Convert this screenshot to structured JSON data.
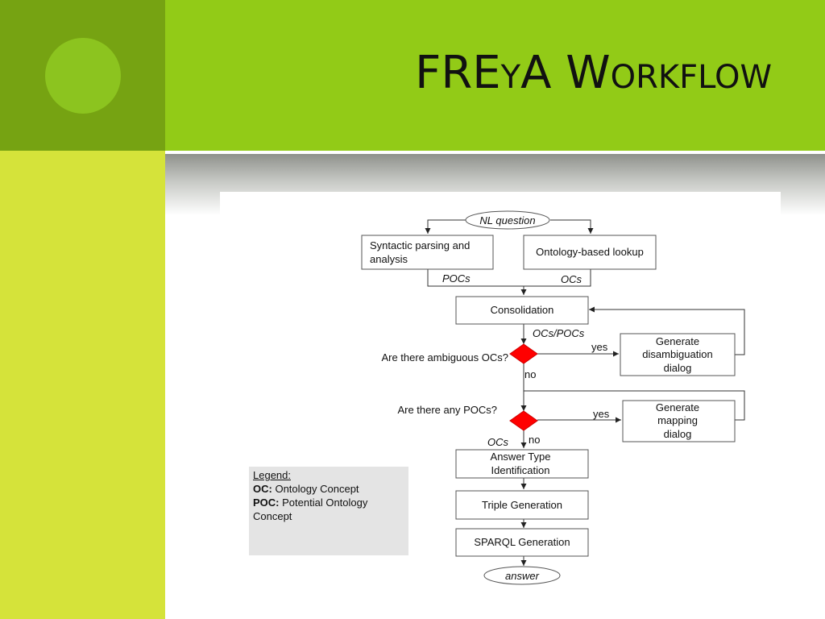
{
  "slide": {
    "title_caps_1": "FRE",
    "title_small_1": "Y",
    "title_caps_2": "A W",
    "title_small_2": "ORKFLOW",
    "colors": {
      "dark_green": "#76a312",
      "bright_green": "#92cb17",
      "lime": "#d5e33a",
      "decision": "#ff0000"
    }
  },
  "diagram": {
    "start": "NL question",
    "parse": [
      "Syntactic parsing and",
      "analysis"
    ],
    "lookup": "Ontology-based lookup",
    "pocs_label": "POCs",
    "ocs_label": "OCs",
    "consolidation": "Consolidation",
    "ocs_pocs_label": "OCs/POCs",
    "q_ambiguous": "Are there ambiguous OCs?",
    "yes_1": "yes",
    "no_1": "no",
    "disambig": [
      "Generate",
      "disambiguation",
      "dialog"
    ],
    "q_pocs": "Are there any POCs?",
    "yes_2": "yes",
    "no_2": "no",
    "mapping": [
      "Generate",
      "mapping",
      "dialog"
    ],
    "ocs_label_2": "OCs",
    "answer_type": [
      "Answer Type",
      "Identification"
    ],
    "triple": "Triple Generation",
    "sparql": "SPARQL Generation",
    "end": "answer"
  },
  "legend": {
    "heading": "Legend:",
    "oc_abbr": "OC:",
    "oc_text": "Ontology Concept",
    "poc_abbr": "POC:",
    "poc_text": "Potential Ontology Concept"
  }
}
